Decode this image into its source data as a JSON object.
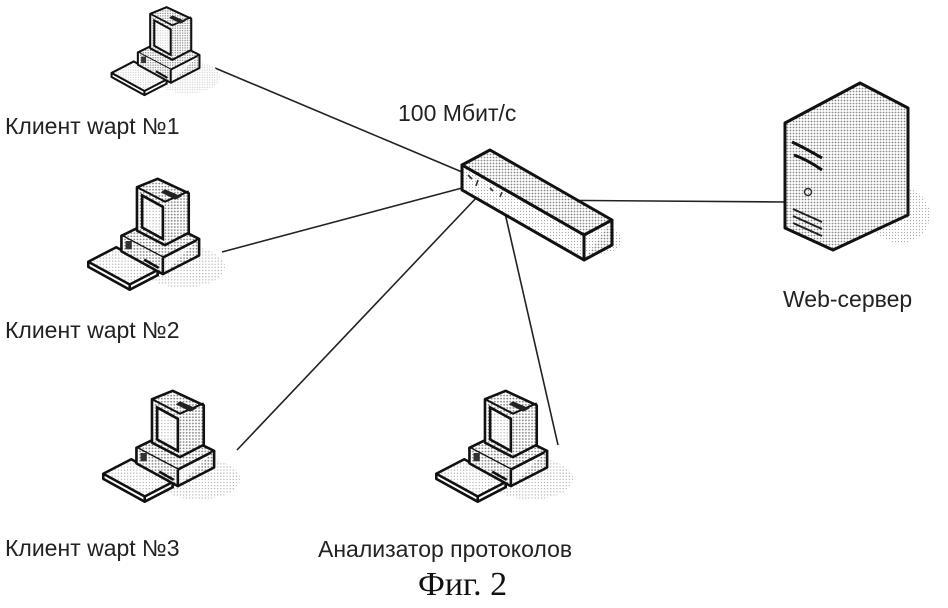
{
  "figure": {
    "caption": "Фиг. 2",
    "link_speed": "100 Мбит/с"
  },
  "nodes": {
    "client1": {
      "label": "Клиент wapt №1",
      "type": "workstation"
    },
    "client2": {
      "label": "Клиент wapt №2",
      "type": "workstation"
    },
    "client3": {
      "label": "Клиент wapt №3",
      "type": "workstation"
    },
    "analyzer": {
      "label": "Анализатор протоколов",
      "type": "workstation"
    },
    "switch": {
      "label": "",
      "type": "network-switch"
    },
    "server": {
      "label": "Web-сервер",
      "type": "server"
    }
  },
  "connections": [
    {
      "from": "client1",
      "to": "switch"
    },
    {
      "from": "client2",
      "to": "switch"
    },
    {
      "from": "client3",
      "to": "switch"
    },
    {
      "from": "analyzer",
      "to": "switch"
    },
    {
      "from": "switch",
      "to": "server"
    }
  ]
}
